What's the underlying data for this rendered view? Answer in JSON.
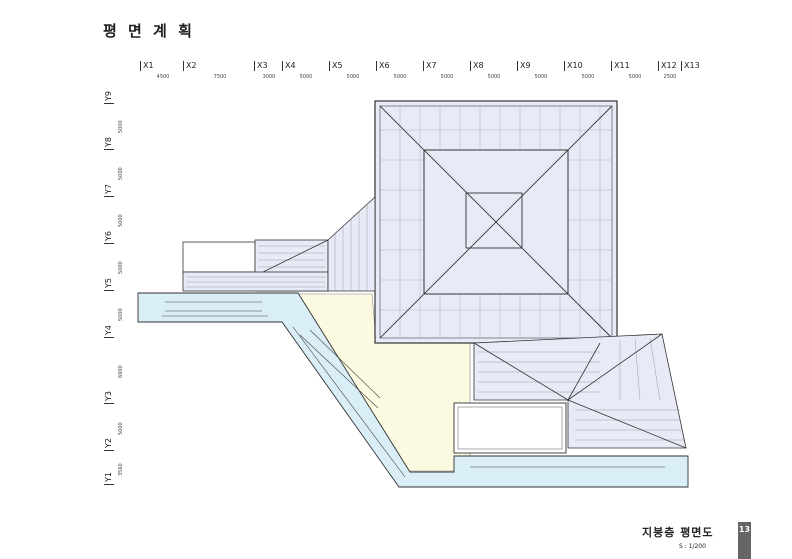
{
  "page_title": "평 면 계 획",
  "grid": {
    "x_axes": [
      "X1",
      "X2",
      "X3",
      "X4",
      "X5",
      "X6",
      "X7",
      "X8",
      "X9",
      "X10",
      "X11",
      "X12",
      "X13"
    ],
    "x_dims": [
      "4500",
      "7500",
      "3000",
      "5000",
      "5000",
      "5000",
      "5000",
      "5000",
      "5000",
      "5000",
      "5000",
      "2500"
    ],
    "y_axes": [
      "Y1",
      "Y2",
      "Y3",
      "Y4",
      "Y5",
      "Y6",
      "Y7",
      "Y8",
      "Y9"
    ],
    "y_dims": [
      "3560",
      "5000",
      "6900",
      "5000",
      "5000",
      "5000",
      "5000",
      "5000"
    ]
  },
  "footer": {
    "drawing_title": "지붕층 평면도",
    "scale": "S : 1/200",
    "page_number": "13"
  },
  "colors": {
    "roof_fill": "#e8ebf7",
    "atrium_fill": "#fbf9df",
    "corridor_fill": "#d9eef7",
    "line": "#333333",
    "page_box": "#666666"
  }
}
